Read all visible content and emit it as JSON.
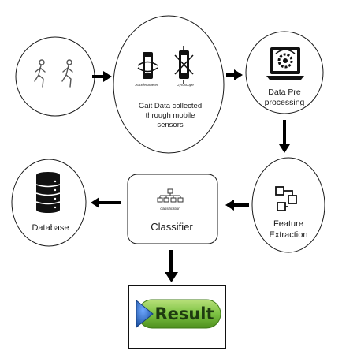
{
  "nodes": {
    "walking": {
      "label": ""
    },
    "gait": {
      "sensor_left": "Accelerometer",
      "sensor_right": "Gyroscope",
      "lines": [
        "Gait Data collected",
        "through mobile",
        "sensors"
      ]
    },
    "preprocessing": {
      "lines": [
        "Data Pre",
        "processing"
      ]
    },
    "feature": {
      "lines": [
        "Feature",
        "Extraction"
      ]
    },
    "classifier": {
      "caption": "classification",
      "label": "Classifier"
    },
    "database": {
      "label": "Database"
    },
    "result": {
      "label": "Result"
    }
  },
  "colors": {
    "stroke": "#1a1a1a",
    "arrow": "#000000",
    "result_green": "#7cc242",
    "result_blue": "#1f5fb5"
  }
}
